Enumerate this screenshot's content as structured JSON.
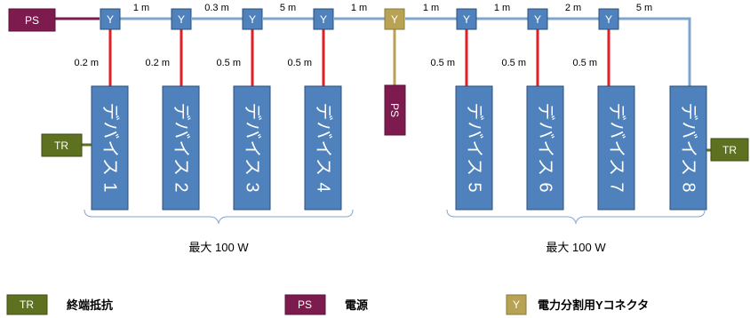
{
  "colors": {
    "bus": "#7fa5cc",
    "drop": "#e21e26",
    "ps": "#7d1b4e",
    "tr": "#5e7120",
    "y_blue": "#4f81bd",
    "y_gold": "#b8a254",
    "device": "#4f81bd",
    "device_border": "#2a4f78"
  },
  "power_supply_left": {
    "label": "PS"
  },
  "power_supply_mid": {
    "label": "PS"
  },
  "terminator_left": {
    "label": "TR"
  },
  "terminator_right": {
    "label": "TR"
  },
  "connectors": [
    {
      "label": "Y",
      "variant": "blue"
    },
    {
      "label": "Y",
      "variant": "blue"
    },
    {
      "label": "Y",
      "variant": "blue"
    },
    {
      "label": "Y",
      "variant": "blue"
    },
    {
      "label": "Y",
      "variant": "gold"
    },
    {
      "label": "Y",
      "variant": "blue"
    },
    {
      "label": "Y",
      "variant": "blue"
    },
    {
      "label": "Y",
      "variant": "blue"
    }
  ],
  "bus_lengths": [
    "1 m",
    "0.3 m",
    "5 m",
    "1 m",
    "1 m",
    "1 m",
    "2 m",
    "5 m"
  ],
  "drop_lengths": [
    "0.2 m",
    "0.2 m",
    "0.5 m",
    "0.5 m",
    "0.5 m",
    "0.5 m",
    "0.5 m"
  ],
  "devices": [
    "デバイス 1",
    "デバイス 2",
    "デバイス 3",
    "デバイス 4",
    "デバイス 5",
    "デバイス 6",
    "デバイス 7",
    "デバイス 8"
  ],
  "segments": [
    {
      "label": "最大 100 W"
    },
    {
      "label": "最大 100 W"
    }
  ],
  "legend": [
    {
      "key": "TR",
      "text": "終端抵抗",
      "color_key": "tr"
    },
    {
      "key": "PS",
      "text": "電源",
      "color_key": "ps"
    },
    {
      "key": "Y",
      "text": "電力分割用Yコネクタ",
      "color_key": "y_gold"
    }
  ]
}
